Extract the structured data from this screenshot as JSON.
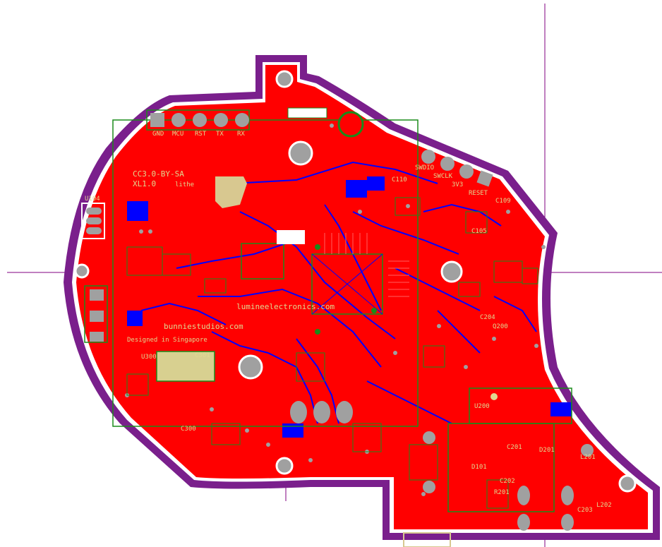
{
  "labels": {
    "license_line1": "CC3.0-BY-SA",
    "license_line2": "XL1.0",
    "made_line": "lithe",
    "board_url_1": "lumineelectronics.com",
    "board_url_2": "bunniestudios.com",
    "designed_in": "Designed in Singapore",
    "refdes_u300": "U300",
    "refdes_u104": "U104",
    "refdes_u200": "U200",
    "refdes_c201": "C201",
    "refdes_c202": "C202",
    "refdes_c203": "C203",
    "refdes_c204": "C204",
    "refdes_d101": "D101",
    "refdes_d201": "D201",
    "refdes_l201": "L201",
    "refdes_l202": "L202",
    "refdes_r201": "R201",
    "refdes_q200": "Q200",
    "refdes_c109": "C109",
    "refdes_c110": "C110",
    "refdes_c105": "C105",
    "refdes_c301": "C301",
    "refdes_c300": "C300",
    "hdr_gnd": "GND",
    "hdr_1": "MCU",
    "hdr_2": "RST",
    "hdr_3": "TX",
    "hdr_4": "RX",
    "hdr_5": "SWDIO",
    "hdr_6": "SWCLK",
    "hdr_7": "3V3",
    "hdr_8": "RESET"
  },
  "colors": {
    "board_outline": "#7a1f8c",
    "copper_top": "#ff0000",
    "copper_bottom": "#0000ff",
    "pad": "#a0a0a0",
    "silkscreen": "#e0d890",
    "courtyard": "#1a8c1a",
    "crosshair": "#800080"
  }
}
